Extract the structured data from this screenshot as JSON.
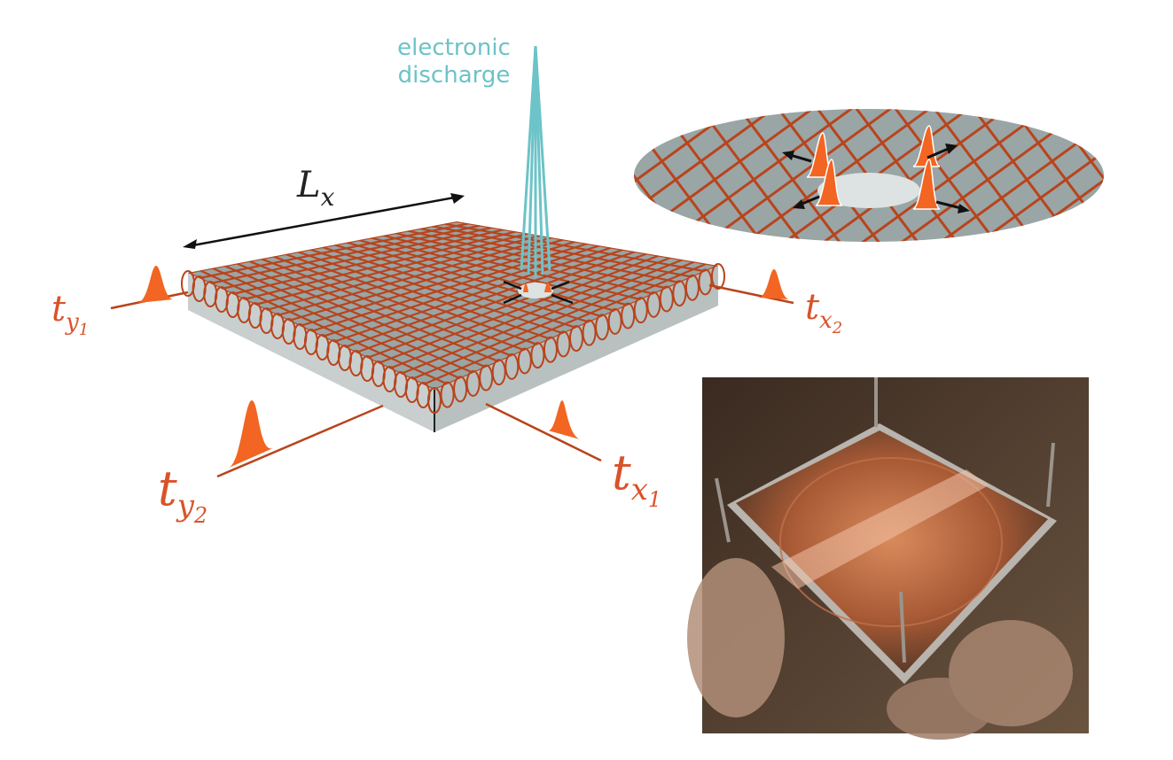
{
  "discharge_label": {
    "line1": "electronic",
    "line2": "discharge"
  },
  "length_label": {
    "main": "L",
    "sub": "x"
  },
  "timing_labels": {
    "ty1": {
      "main": "t",
      "sub": "y",
      "subsub": "1"
    },
    "tx2": {
      "main": "t",
      "sub": "x",
      "subsub": "2"
    },
    "ty2": {
      "main": "t",
      "sub": "y",
      "subsub": "2"
    },
    "tx1": {
      "main": "t",
      "sub": "x",
      "subsub": "1"
    }
  },
  "colors": {
    "wire": "#b8441c",
    "pulse": "#f26522",
    "discharge": "#6cc3c8",
    "plate_top": "#9aa5a5",
    "plate_side": "#c9cfcf"
  },
  "photo": {
    "description_icon": "detector-photo"
  }
}
